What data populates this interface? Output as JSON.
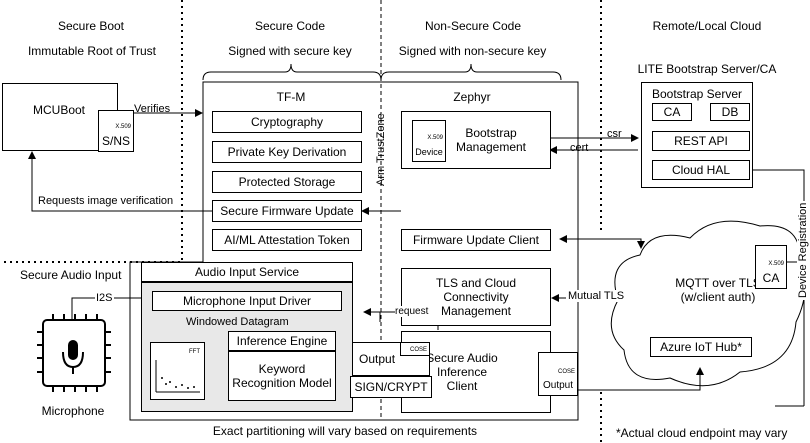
{
  "columns": {
    "secure_boot": "Secure Boot",
    "immutable_rot": "Immutable Root of Trust",
    "secure_code": "Secure Code",
    "secure_code_sub": "Signed with secure key",
    "non_secure_code": "Non-Secure Code",
    "non_secure_code_sub": "Signed with non-secure key",
    "cloud": "Remote/Local Cloud",
    "lite_server": "LITE Bootstrap Server/CA"
  },
  "mcuboot": {
    "title": "MCUBoot",
    "cert": "S/NS",
    "cert_small": "X.509",
    "verifies": "Verifies",
    "requests": "Requests image verification"
  },
  "tfm": {
    "title": "TF-M",
    "items": [
      "Cryptography",
      "Private Key Derivation",
      "Protected Storage",
      "Secure Firmware Update",
      "AI/ML Attestation Token"
    ]
  },
  "trustzone": "Arm TrustZone",
  "zephyr": {
    "title": "Zephyr",
    "bootstrap": "Bootstrap Management",
    "device": "Device",
    "x509": "X.509",
    "fw_client": "Firmware Update Client",
    "tls": "TLS and Cloud Connectivity Management",
    "inference_client": "Secure Audio Inference Client",
    "output": "Output",
    "cose": "COSE",
    "request": "request"
  },
  "bootstrap_server": {
    "title": "Bootstrap Server",
    "ca": "CA",
    "db": "DB",
    "rest": "REST API",
    "hal": "Cloud HAL",
    "csr": "csr",
    "cert": "cert"
  },
  "cloud_box": {
    "mqtt": "MQTT over TLS (w/client auth)",
    "ca": "CA",
    "x509": "X.509",
    "hub": "Azure IoT Hub*",
    "mutual": "Mutual TLS",
    "device_reg": "Device Registration"
  },
  "secure_audio_input": "Secure Audio Input",
  "audio": {
    "service": "Audio Input Service",
    "mic_driver": "Microphone Input Driver",
    "windowed": "Windowed Datagram",
    "fft": "FFT",
    "engine": "Inference Engine",
    "model": "Keyword Recognition Model",
    "output": "Output",
    "cose": "COSE",
    "sign": "SIGN/CRYPT",
    "i2s": "I2S"
  },
  "microphone": "Microphone",
  "footer_left": "Exact partitioning will vary based on requirements",
  "footer_right": "*Actual cloud endpoint may vary"
}
